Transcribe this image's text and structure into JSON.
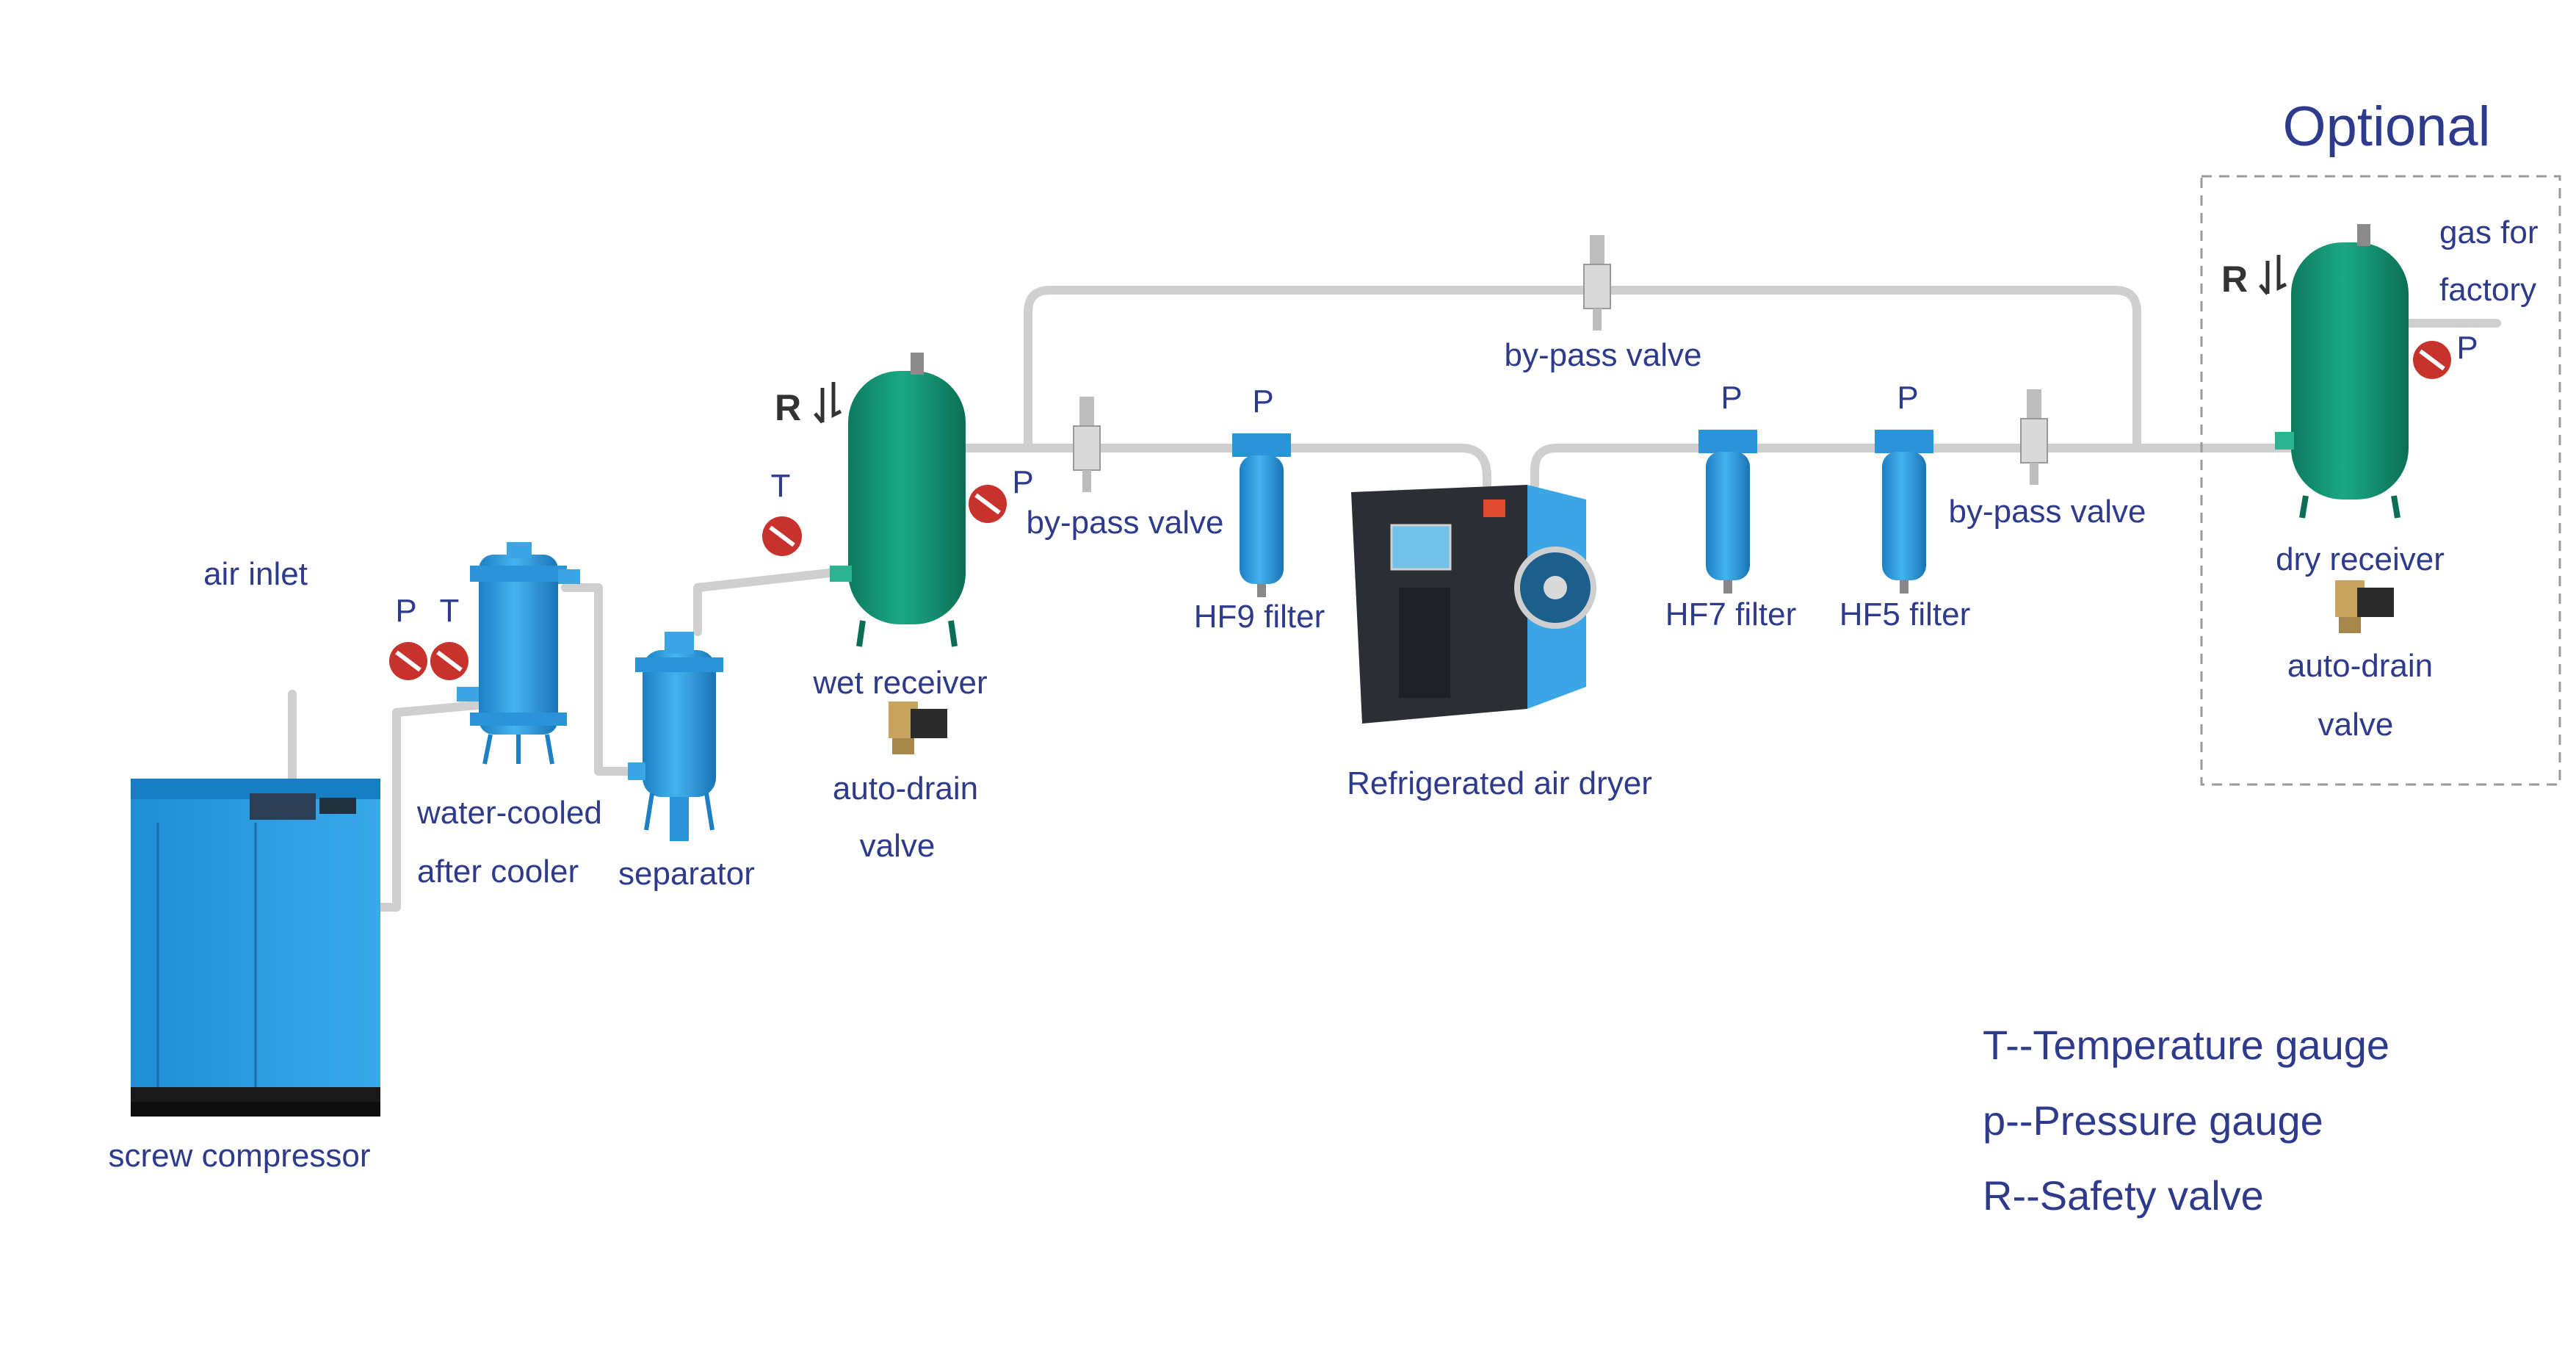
{
  "optional_title": "Optional",
  "labels": {
    "air_inlet": "air inlet",
    "screw_compressor": "screw compressor",
    "water_cooled": "water-cooled",
    "after_cooler": "after cooler",
    "separator": "separator",
    "wet_receiver": "wet receiver",
    "auto_drain_1": "auto-drain",
    "valve_1": "valve",
    "bypass_valve_1": "by-pass valve",
    "bypass_valve_top": "by-pass valve",
    "bypass_valve_2": "by-pass valve",
    "hf9_filter": "HF9 filter",
    "hf7_filter": "HF7 filter",
    "hf5_filter": "HF5 filter",
    "refrigerated_air_dryer": "Refrigerated air dryer",
    "dry_receiver": "dry receiver",
    "auto_drain_2": "auto-drain",
    "valve_2": "valve",
    "gas_for": "gas for",
    "factory": "factory"
  },
  "gauges": {
    "cooler_p": "P",
    "cooler_t": "T",
    "wet_t": "T",
    "wet_p": "P",
    "hf9_p": "P",
    "hf7_p": "P",
    "hf5_p": "P",
    "dry_p": "P"
  },
  "safety_marks": {
    "wet": "R",
    "dry": "R"
  },
  "legend": [
    "T--Temperature gauge",
    "p--Pressure gauge",
    "R--Safety valve"
  ],
  "colors": {
    "text": "#2e3a8c",
    "equipment_blue": "#2f9fe0",
    "tank_green": "#139a78",
    "pipe": "#cfcfcf",
    "gauge_red": "#c8322c"
  }
}
